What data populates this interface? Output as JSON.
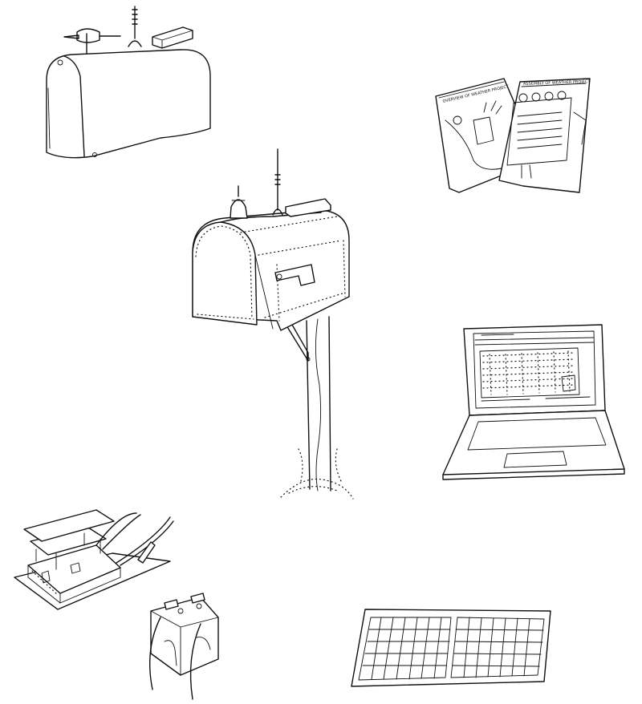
{
  "illustration": {
    "items": [
      "weather-station-enclosure",
      "central-mailbox",
      "printed-documents",
      "laptop",
      "circuit-board-assembly",
      "battery",
      "solar-panel"
    ]
  },
  "documents": {
    "left_title": "OVERVIEW OF WEATHER PROJECT",
    "right_title": "ASSEMBLY OF WEATHER PROJECT"
  },
  "colors": {
    "ink": "#111111",
    "paper": "#ffffff"
  }
}
